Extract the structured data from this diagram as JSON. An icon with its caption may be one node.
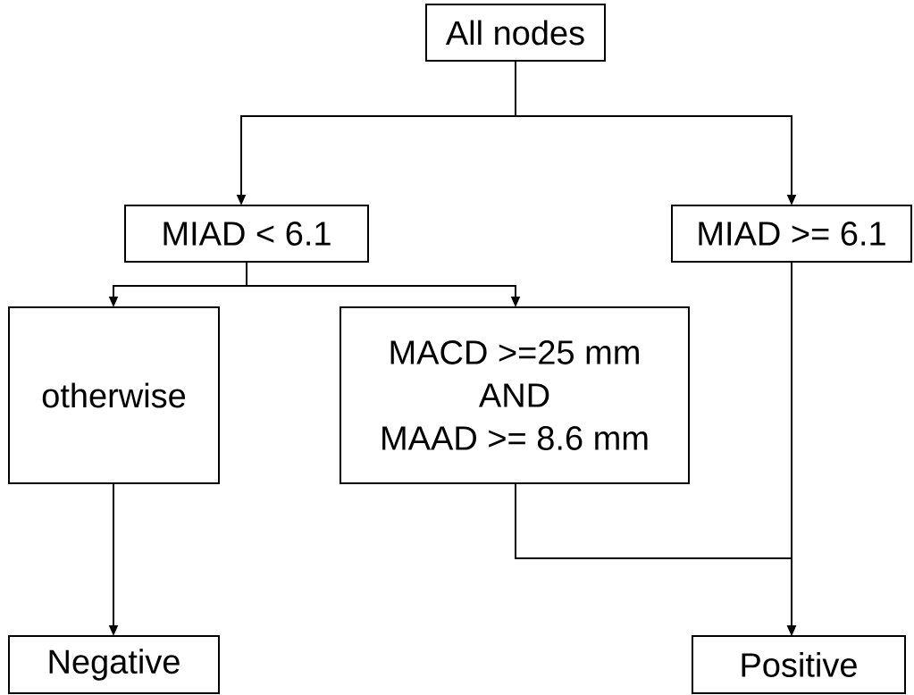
{
  "diagram": {
    "nodes": [
      {
        "text": [
          "All nodes"
        ]
      },
      {
        "text": [
          "MIAD < 6.1"
        ]
      },
      {
        "text": [
          "MIAD >= 6.1"
        ]
      },
      {
        "text": [
          "otherwise"
        ]
      },
      {
        "text": [
          "MACD >=25 mm",
          "AND",
          "MAAD >= 8.6 mm"
        ]
      },
      {
        "text": [
          "Negative"
        ]
      },
      {
        "text": [
          "Positive"
        ]
      }
    ],
    "edges": [
      {
        "from": 0,
        "to": 1,
        "arrow": "to"
      },
      {
        "from": 0,
        "to": 2,
        "arrow": "to"
      },
      {
        "from": 1,
        "to": 3,
        "arrow": "to"
      },
      {
        "from": 1,
        "to": 4,
        "arrow": "to"
      },
      {
        "from": 3,
        "to": 5,
        "arrow": "to"
      },
      {
        "from": 2,
        "to": 6,
        "arrow": "to"
      },
      {
        "from": 4,
        "to": 6,
        "arrow": "to"
      }
    ]
  }
}
